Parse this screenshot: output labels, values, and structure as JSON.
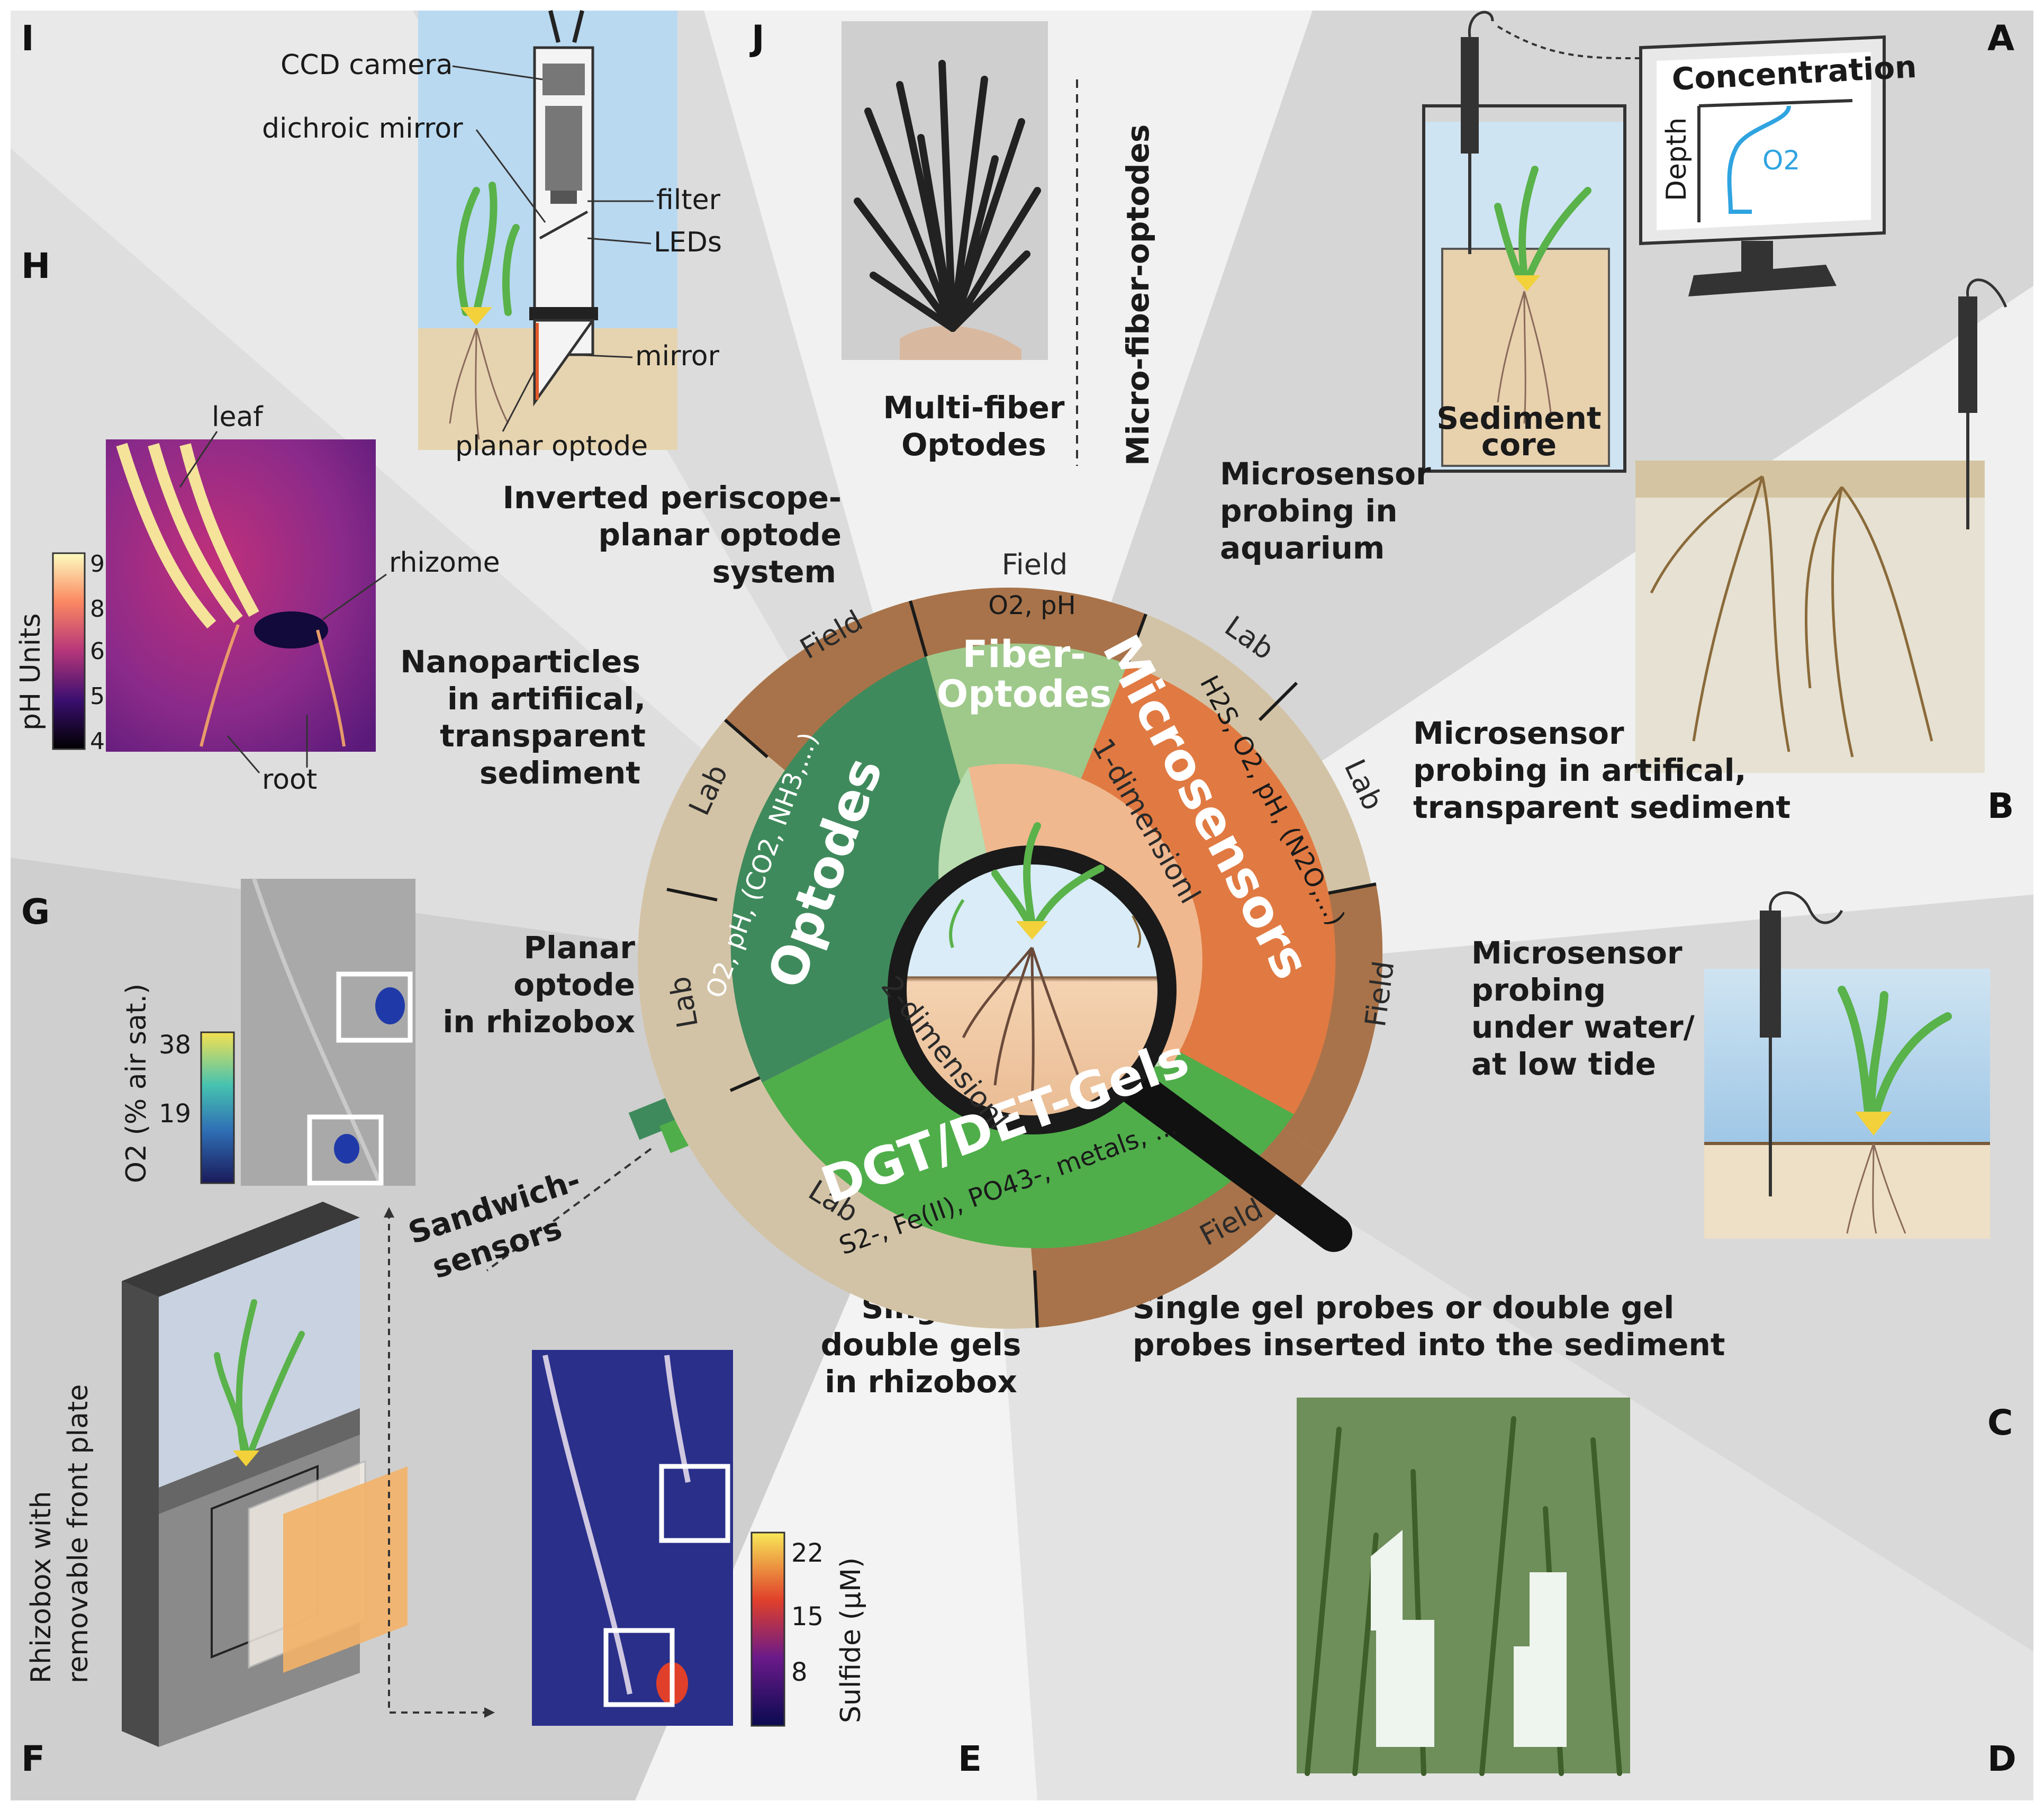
{
  "panels": {
    "A": "A",
    "B": "B",
    "C": "C",
    "D": "D",
    "E": "E",
    "F": "F",
    "G": "G",
    "H": "H",
    "I": "I",
    "J": "J"
  },
  "panel_a": {
    "caption": [
      "Microsensor",
      "probing in",
      "aquarium"
    ],
    "monitor_title": "Concentration",
    "monitor_ylabel": "Depth",
    "monitor_curve": "O2",
    "core_label": [
      "Sediment",
      "core"
    ]
  },
  "panel_b": {
    "caption": [
      "Microsensor",
      "probing in artifical,",
      "transparent sediment"
    ]
  },
  "panel_c": {
    "caption": [
      "Microsensor",
      "probing",
      "under water/",
      "at low tide"
    ]
  },
  "panel_d": {
    "caption": [
      "Single gel probes or double gel",
      "probes inserted into the sediment"
    ]
  },
  "panel_e": {
    "caption": [
      "Single/",
      "double gels",
      "in rhizobox"
    ]
  },
  "panel_f": {
    "rotated_label": [
      "Rhizobox with",
      "removable front plate"
    ],
    "colorbar_label": "Sulfide (µM)",
    "colorbar_ticks": [
      "22",
      "15",
      "8"
    ]
  },
  "panel_g": {
    "caption": [
      "Planar",
      "optode",
      "in rhizobox"
    ],
    "colorbar_label": "O2 (% air sat.)",
    "colorbar_ticks": [
      "38",
      "19"
    ],
    "sandwich": [
      "Sandwich-",
      "sensors"
    ]
  },
  "panel_h": {
    "caption": [
      "Nanoparticles",
      "in artifiical,",
      "transparent",
      "sediment"
    ],
    "colorbar_label": "pH Units",
    "colorbar_ticks": [
      "9",
      "8",
      "6",
      "5",
      "4"
    ],
    "annotations": {
      "leaf": "leaf",
      "rhizome": "rhizome",
      "root": "root"
    }
  },
  "panel_i": {
    "caption": [
      "Inverted periscope-",
      "planar optode",
      "system"
    ],
    "annotations": {
      "ccd": "CCD camera",
      "dichroic": "dichroic mirror",
      "filter": "filter",
      "leds": "LEDs",
      "mirror": "mirror",
      "planar": "planar optode"
    }
  },
  "panel_j": {
    "caption": [
      "Multi-fiber",
      "Optodes"
    ],
    "rotated": "Micro-fiber-optodes"
  },
  "center": {
    "outer_ring": {
      "field_top": "Field",
      "field_upper_left": "Field",
      "lab_left_upper": "Lab",
      "lab_left_lower": "Lab",
      "lab_upper_right": "Lab",
      "lab_right": "Lab",
      "field_right": "Field",
      "field_bottom": "Field",
      "lab_bottom": "Lab"
    },
    "optodes": {
      "title": "Optodes",
      "analytes": "O2, pH, (CO2, NH3,...)"
    },
    "fiber_optodes": {
      "title": [
        "Fiber-",
        "Optodes"
      ],
      "analytes": "O2, pH"
    },
    "microsensors": {
      "title": "Microsensors",
      "analytes": "H2S, O2, pH, (N2O,...)"
    },
    "gels": {
      "title": "DGT/DET-Gels",
      "analytes": "S2-, Fe(II), PO43-, metals, ..."
    },
    "inner": {
      "one_d": "1-dimensionl",
      "two_d": "2-dimensionl"
    }
  },
  "colors": {
    "optodes": "#3f8a5c",
    "fiber": "#9ec98a",
    "microsensors": "#e07a42",
    "gels": "#4fae4a",
    "ring_lab": "#d3c3a6",
    "ring_field": "#a8734a",
    "bg_gray": "#dcdcdc"
  }
}
